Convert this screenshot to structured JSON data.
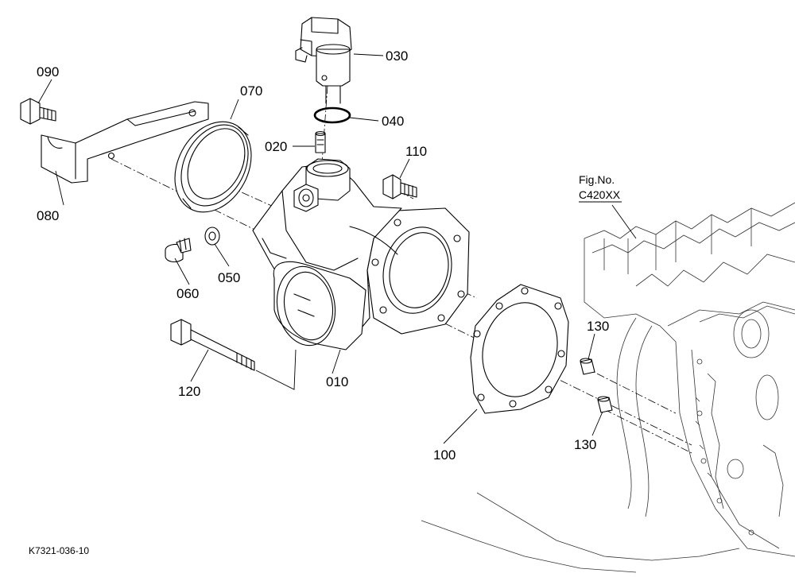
{
  "parts": {
    "p010": "010",
    "p020": "020",
    "p030": "030",
    "p040": "040",
    "p050": "050",
    "p060": "060",
    "p070": "070",
    "p080": "080",
    "p090": "090",
    "p100": "100",
    "p110": "110",
    "p120": "120",
    "p130a": "130",
    "p130b": "130"
  },
  "figure_ref": {
    "line1": "Fig.No.",
    "line2": "C420XX"
  },
  "footer": {
    "drawing_id": "K7321-036-10"
  }
}
